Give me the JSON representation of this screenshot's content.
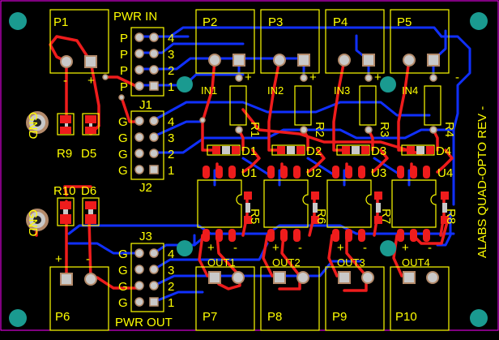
{
  "colors": {
    "background": "#000000",
    "silkscreen": "#ffff00",
    "top_copper": "#ff2020",
    "bottom_copper": "#1030ff",
    "pad_metal": "#c9c9c9",
    "via_ring": "#b38a6a",
    "mount_hole": "#1a9a90",
    "board_outline": "#ff00ff",
    "drill": "#0f7a72"
  },
  "board_title": "ALABS QUAD-OPTO REV -",
  "headers": {
    "j1": {
      "ref": "J1",
      "title": "PWR IN",
      "pin_names": [
        "P",
        "P",
        "P",
        "P"
      ],
      "pin_numbers": [
        "4",
        "3",
        "2",
        "1"
      ]
    },
    "j2": {
      "ref": "J2",
      "pin_names": [
        "G",
        "G",
        "G",
        "G"
      ],
      "pin_numbers": [
        "4",
        "3",
        "2",
        "1"
      ]
    },
    "j3": {
      "ref": "J3",
      "title": "PWR OUT",
      "pin_names": [
        "G",
        "G",
        "G",
        "G"
      ],
      "pin_numbers": [
        "4",
        "3",
        "2",
        "1"
      ]
    }
  },
  "top_terminals": [
    "P1",
    "P2",
    "P3",
    "P4",
    "P5"
  ],
  "bottom_terminals": [
    "P6",
    "P7",
    "P8",
    "P9",
    "P10"
  ],
  "polarity": {
    "plus": "+",
    "minus": "-"
  },
  "inputs": [
    "IN1",
    "IN2",
    "IN3",
    "IN4"
  ],
  "outputs": [
    "OUT1",
    "OUT2",
    "OUT3",
    "OUT4"
  ],
  "output_polarity": [
    "+",
    "-",
    "+",
    "-",
    "+",
    "-",
    "+",
    "-"
  ],
  "input_resistors": [
    "R1",
    "R2",
    "R3",
    "R4"
  ],
  "input_diodes": [
    "D1",
    "D2",
    "D3",
    "D4"
  ],
  "optos": [
    "U1",
    "U2",
    "U3",
    "U4"
  ],
  "output_resistors": [
    "R5",
    "R6",
    "R7",
    "R8"
  ],
  "power_leds": {
    "upper": {
      "resistor": "R9",
      "led": "D5",
      "gnd": "GND"
    },
    "lower": {
      "resistor": "R10",
      "led": "D6",
      "gnd": "GND"
    }
  }
}
